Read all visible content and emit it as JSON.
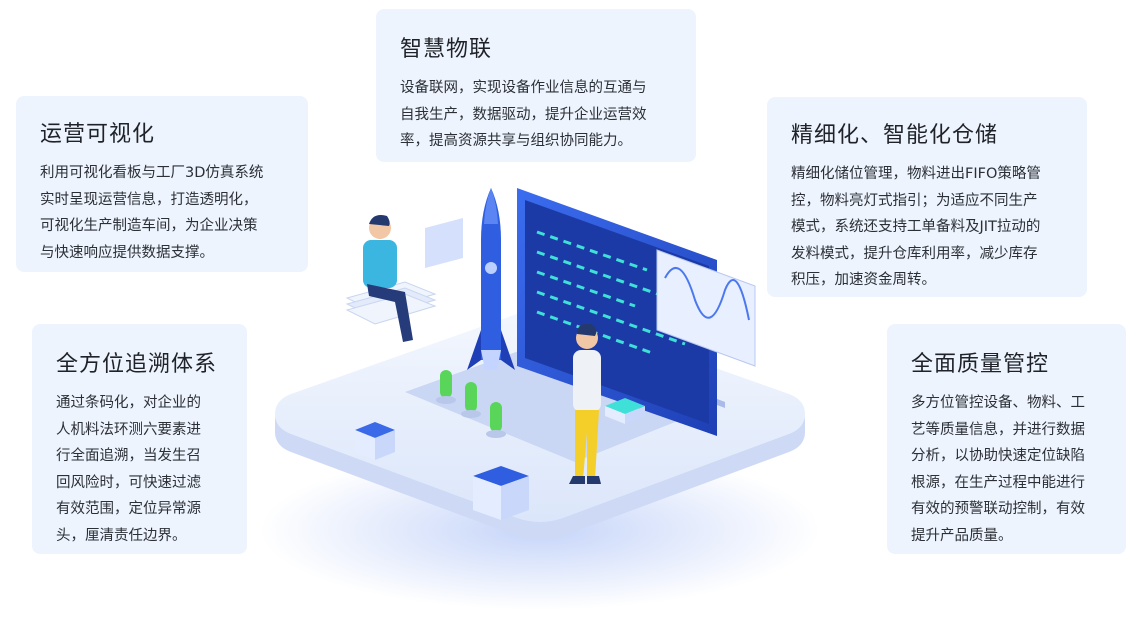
{
  "cards": {
    "top": {
      "title": "智慧物联",
      "lines": [
        "设备联网，实现设备作业信息的互通与",
        "自我生产，数据驱动，提升企业运营效",
        "率，提高资源共享与组织协同能力。"
      ]
    },
    "left1": {
      "title": "运营可视化",
      "lines": [
        "利用可视化看板与工厂3D仿真系统",
        "实时呈现运营信息，打造透明化，",
        "可视化生产制造车间，为企业决策",
        "与快速响应提供数据支撑。"
      ]
    },
    "right1": {
      "title": "精细化、智能化仓储",
      "lines": [
        "精细化储位管理，物料进出FIFO策略管",
        "控，物料亮灯式指引；为适应不同生产",
        "模式，系统还支持工单备料及JIT拉动的",
        "发料模式，提升仓库利用率，减少库存",
        "积压，加速资金周转。"
      ]
    },
    "left2": {
      "title": "全方位追溯体系",
      "lines": [
        "通过条码化，对企业的",
        "人机料法环测六要素进",
        "行全面追溯，当发生召",
        "回风险时，可快速过滤",
        "有效范围，定位异常源",
        "头，厘清责任边界。"
      ]
    },
    "right2": {
      "title": "全面质量管控",
      "lines": [
        "多方位管控设备、物料、工",
        "艺等质量信息，并进行数据",
        "分析，以协助快速定位缺陷",
        "根源，在生产过程中能进行",
        "有效的预警联动控制，有效",
        "提升产品质量。"
      ]
    }
  },
  "colors": {
    "card_bg": "#eef4fd",
    "accent_blue": "#2f5fe0",
    "platform": "#e3ebfb"
  }
}
